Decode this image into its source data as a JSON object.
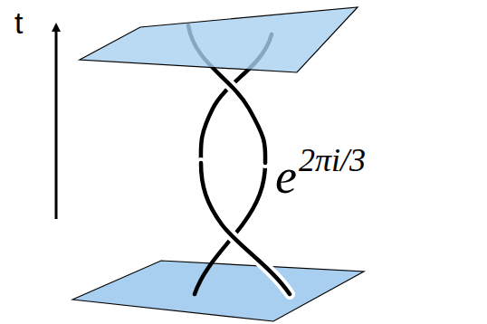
{
  "diagram": {
    "labels": [
      "t",
      "e",
      "2πi/3"
    ]
  }
}
